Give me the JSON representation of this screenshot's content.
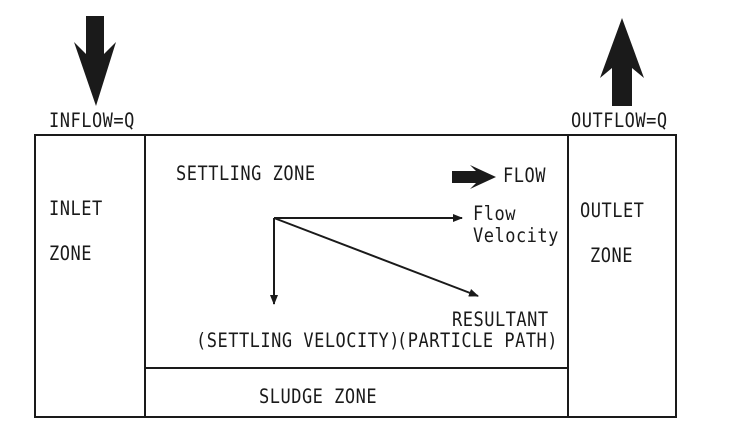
{
  "labels": {
    "inflow": "INFLOW=Q",
    "outflow": "OUTFLOW=Q",
    "inlet_line1": "INLET",
    "inlet_line2": "ZONE",
    "outlet_line1": "OUTLET",
    "outlet_line2": "ZONE",
    "settling_zone": "SETTLING ZONE",
    "flow": "FLOW",
    "flow_velocity_line1": "Flow",
    "flow_velocity_line2": "Velocity",
    "resultant": "RESULTANT",
    "settling_velocity": "(SETTLING VELOCITY)",
    "particle_path": "(PARTICLE PATH)",
    "sludge_zone": "SLUDGE  ZONE"
  },
  "colors": {
    "ink": "#1a1a1a",
    "paper": "#ffffff"
  },
  "icons": {
    "inflow_arrow": "arrow-down-icon",
    "outflow_arrow": "arrow-up-icon",
    "flow_arrow": "arrow-right-icon"
  }
}
